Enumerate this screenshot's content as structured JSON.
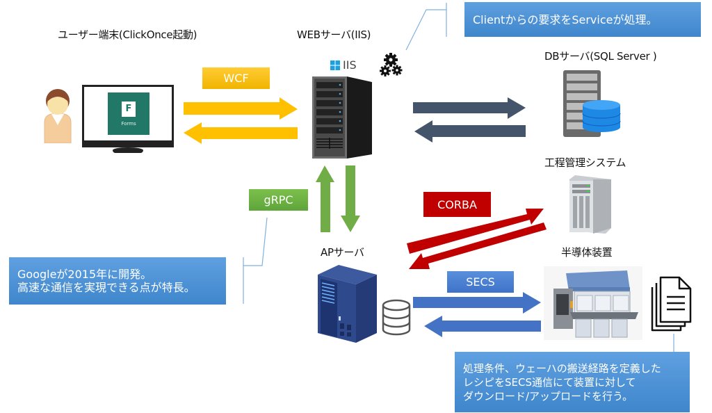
{
  "nodes": {
    "user_terminal": {
      "label": "ユーザー端末(ClickOnce起動)",
      "app_label": "Forms"
    },
    "web_server": {
      "label": "WEBサーバ(IIS)",
      "badge": "IIS"
    },
    "db_server": {
      "label": "DBサーバ(SQL Server )"
    },
    "process_mgmt": {
      "label": "工程管理システム"
    },
    "ap_server": {
      "label": "APサーバ"
    },
    "semiconductor_equipment": {
      "label": "半導体装置"
    }
  },
  "protocols": {
    "wcf": "WCF",
    "grpc": "gRPC",
    "corba": "CORBA",
    "secs": "SECS"
  },
  "callouts": {
    "service": "Clientからの要求をServiceが処理。",
    "grpc_line1": "Googleが2015年に開発。",
    "grpc_line2": "高速な通信を実現できる点が特長。",
    "recipe_line1": "処理条件、ウェーハの搬送経路を定義した",
    "recipe_line2": "レシピをSECS通信にて装置に対して",
    "recipe_line3": "ダウンロード/アップロードを行う。"
  },
  "colors": {
    "wcf": "#ffc000",
    "grpc": "#70ad47",
    "corba": "#c00000",
    "secs": "#4472c4",
    "db_link": "#44546a",
    "callout": "#4a90d9"
  }
}
